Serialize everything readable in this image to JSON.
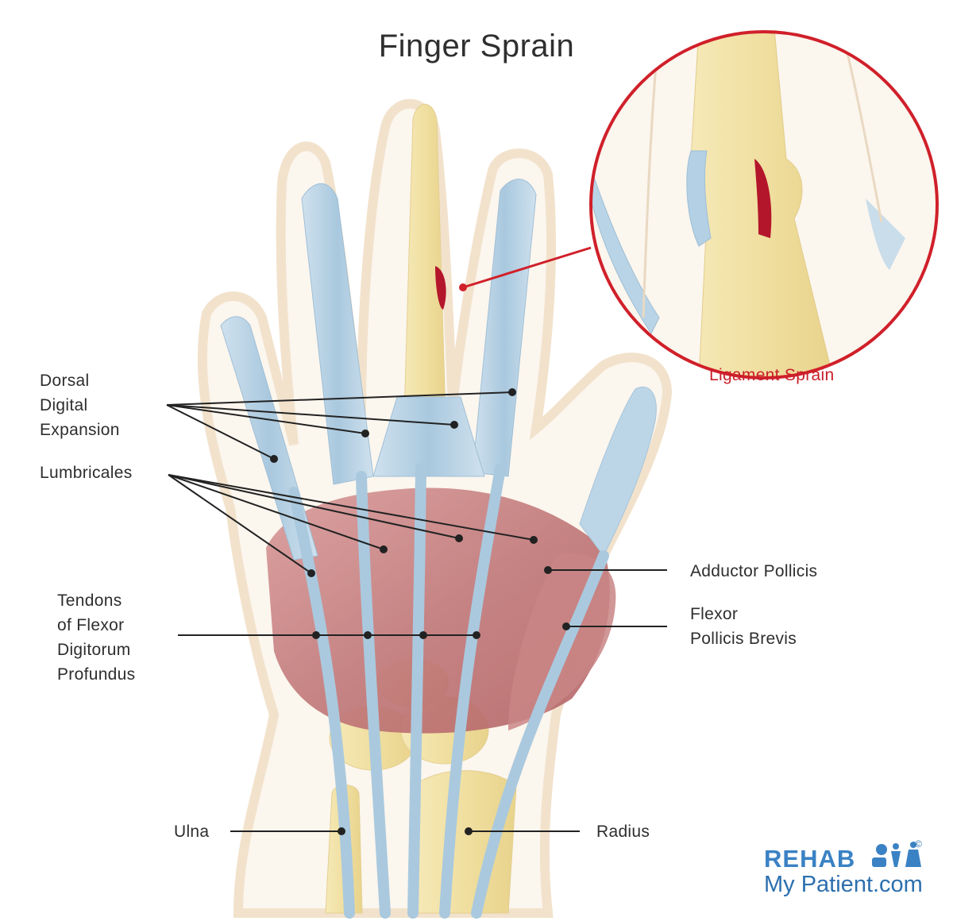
{
  "title": "Finger Sprain",
  "inset_label": "Ligament Sprain",
  "labels": {
    "dorsal_digital_expansion": "Dorsal\nDigital\nExpansion",
    "lumbricales": "Lumbricales",
    "tendons_flexor": "Tendons\nof Flexor\nDigitorum\nProfundus",
    "adductor_pollicis": "Adductor Pollicis",
    "flexor_pollicis_brevis": "Flexor\nPollicis Brevis",
    "ulna": "Ulna",
    "radius": "Radius"
  },
  "logo": {
    "brand": "REHAB",
    "sub": "My Patient.com",
    "copyright": "©"
  },
  "colors": {
    "skin_outline": "#f3e3cd",
    "bone": "#f1e2a6",
    "tendon": "#b9d4e6",
    "muscle": "#c98585",
    "sprain": "#b3162b",
    "inset_ring": "#d0202a",
    "logo_blue": "#3b82c4"
  }
}
